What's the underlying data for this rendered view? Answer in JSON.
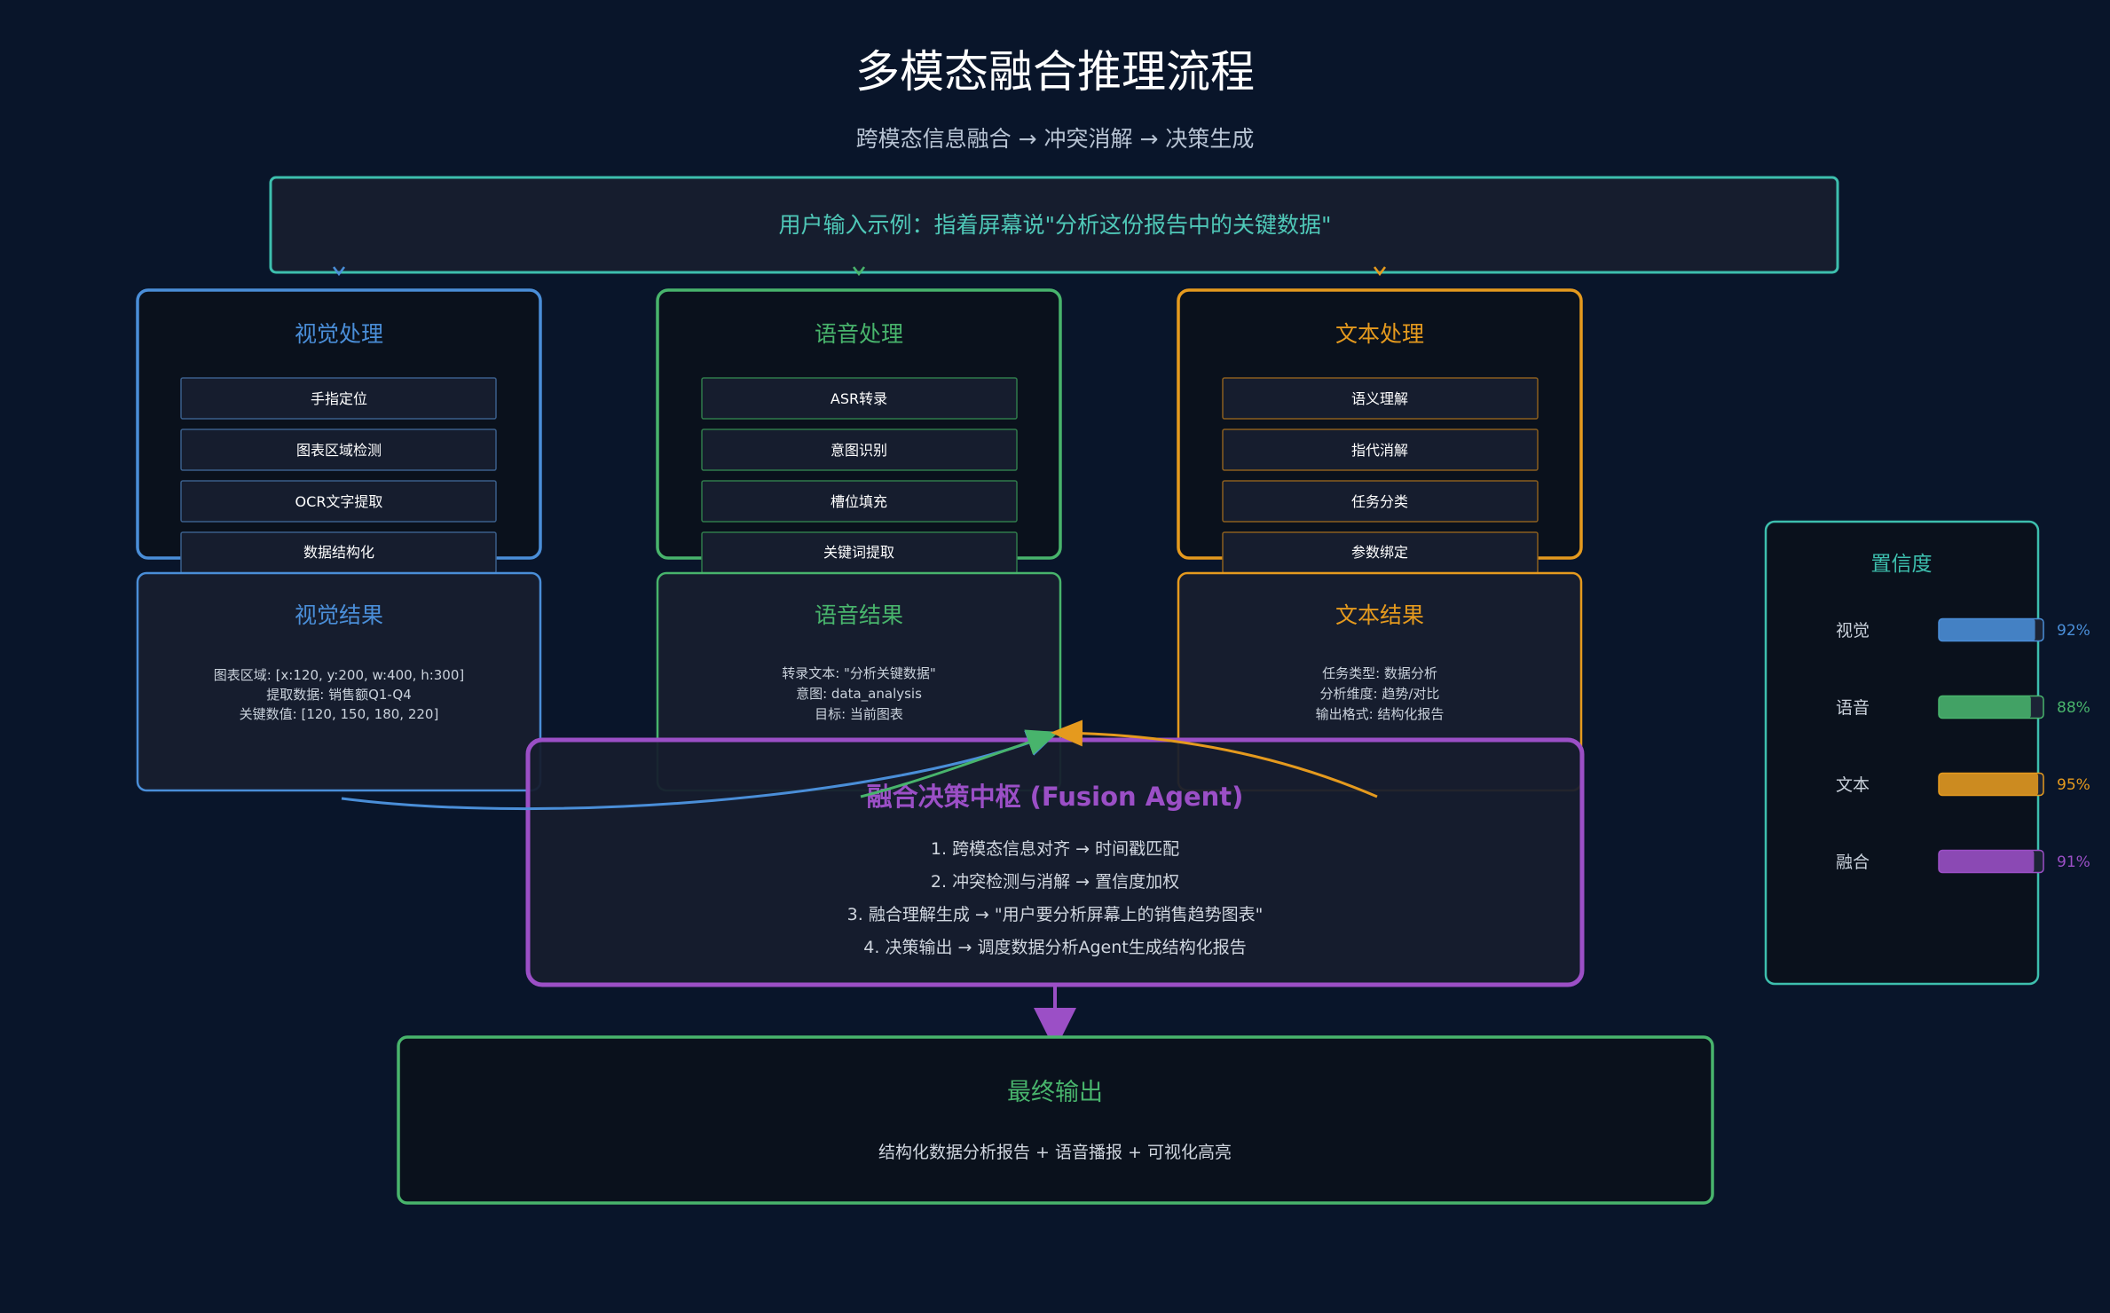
{
  "title": "多模态融合推理流程",
  "subtitle": "跨模态信息融合 → 冲突消解 → 决策生成",
  "user_input": "用户输入示例：指着屏幕说\"分析这份报告中的关键数据\"",
  "colors": {
    "background": "#09152a",
    "teal": "#3dbfae",
    "vision": "#4a8ed8",
    "speech": "#48b46c",
    "text": "#e59a1e",
    "fusion": "#9b4fc6"
  },
  "modules": [
    {
      "title": "视觉处理",
      "steps": [
        "手指定位",
        "图表区域检测",
        "OCR文字提取",
        "数据结构化"
      ],
      "result_title": "视觉结果",
      "result_lines": [
        "图表区域: [x:120, y:200, w:400, h:300]",
        "提取数据: 销售额Q1-Q4",
        "关键数值: [120, 150, 180, 220]"
      ]
    },
    {
      "title": "语音处理",
      "steps": [
        "ASR转录",
        "意图识别",
        "槽位填充",
        "关键词提取"
      ],
      "result_title": "语音结果",
      "result_lines": [
        "转录文本: \"分析关键数据\"",
        "意图: data_analysis",
        "目标: 当前图表"
      ]
    },
    {
      "title": "文本处理",
      "steps": [
        "语义理解",
        "指代消解",
        "任务分类",
        "参数绑定"
      ],
      "result_title": "文本结果",
      "result_lines": [
        "任务类型: 数据分析",
        "分析维度: 趋势/对比",
        "输出格式: 结构化报告"
      ]
    }
  ],
  "fusion": {
    "title": "融合决策中枢 (Fusion Agent)",
    "lines": [
      "1. 跨模态信息对齐 → 时间戳匹配",
      "2. 冲突检测与消解 → 置信度加权",
      "3. 融合理解生成 → \"用户要分析屏幕上的销售趋势图表\"",
      "4. 决策输出 → 调度数据分析Agent生成结构化报告"
    ]
  },
  "confidence": {
    "title": "置信度",
    "items": [
      {
        "label": "视觉",
        "value": 92,
        "text": "92%"
      },
      {
        "label": "语音",
        "value": 88,
        "text": "88%"
      },
      {
        "label": "文本",
        "value": 95,
        "text": "95%"
      },
      {
        "label": "融合",
        "value": 91,
        "text": "91%"
      }
    ]
  },
  "output": {
    "title": "最终输出",
    "text": "结构化数据分析报告 + 语音播报 + 可视化高亮"
  }
}
